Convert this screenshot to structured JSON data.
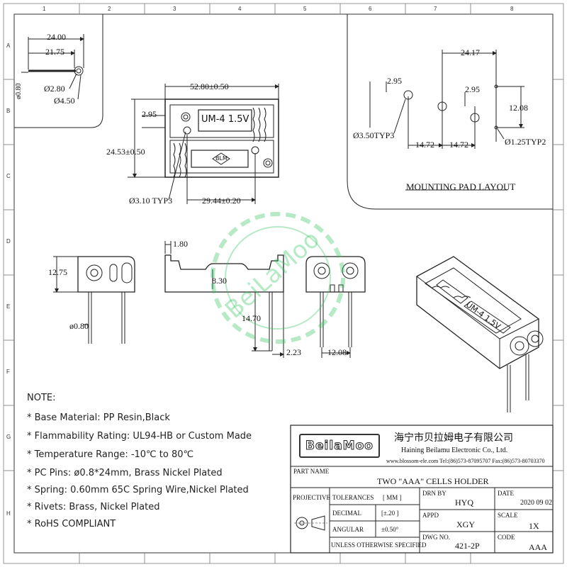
{
  "detail_dims": {
    "length": "24.00",
    "inner": "21.75",
    "ring_inner": "Ø2.80",
    "ring_outer": "Ø4.50",
    "pin": "ø0.80"
  },
  "top_view": {
    "width": "52.80±0.50",
    "offset": "2.95",
    "height": "24.53±0.50",
    "holes": "Ø3.10 TYP3",
    "spacing": "29.44±0.20",
    "label_um": "UM-4 1.5V",
    "label_blm": "BLM"
  },
  "mounting": {
    "title": "MOUNTING PAD LAYOUT",
    "w": "24.17",
    "a": "2.95",
    "b": "2.95",
    "h": "12.08",
    "hole_l": "Ø3.50TYP3",
    "s1": "14.72",
    "s2": "14.72",
    "hole_s": "Ø1.25TYP2"
  },
  "side_views": {
    "h": "12.75",
    "pin": "ø0.80",
    "top": "1.80",
    "depth": "8.30",
    "pin_len": "14.70",
    "pin_off": "2.23",
    "pin_span": "12.08"
  },
  "iso_label": "UM-4 1.5V",
  "notes": {
    "heading": "NOTE:",
    "items": [
      "* Base Material:  PP Resin,Black",
      "* Flammability Rating:  UL94-HB or Custom Made",
      "* Temperature Range:  -10℃ to 80℃",
      "* PC Pins: ø0.8*24mm, Brass Nickel Plated",
      "* Spring:  0.60mm 65C Spring Wire,Nickel Plated",
      "* Rivets:  Brass, Nickel Plated",
      "* RoHS COMPLIANT"
    ]
  },
  "title_block": {
    "logo": "BeilaMoo",
    "company_cn": "海宁市贝拉姆电子有限公司",
    "company_en": "Haining Beilamu Electronic Co., Ltd.",
    "contact": "www.blossom-ele.com   Tel:(86)573-87095707   Fax:(86)573-80703370",
    "part_name_label": "PART NAME",
    "part_name": "TWO \"AAA\" CELLS HOLDER",
    "projective": "PROJECTIVE",
    "tolerances": "TOLERANCES",
    "tol_val": "[ MM ]",
    "decimal": "DECIMAL",
    "dec_val": "[±.20 ]",
    "angular": "ANGULAR",
    "ang_val": "±0.50°",
    "unless": "UNLESS OTHERWISE SPECIFIED",
    "drn_by": "DRN BY",
    "drn_val": "HYQ",
    "date": "DATE",
    "date_val": "2020 09 02",
    "appd": "APPD",
    "appd_val": "XGY",
    "scale": "SCALE",
    "scale_val": "1X",
    "dwg_no": "DWG NO.",
    "dwg_val": "421-2P",
    "code": "CODE",
    "code_val": "AAA"
  },
  "watermark": "BeiLaMoo",
  "ruler": {
    "cols": [
      "1",
      "2",
      "3",
      "4",
      "5",
      "6",
      "7",
      "8"
    ],
    "rows": [
      "A",
      "B",
      "C",
      "D",
      "E",
      "F",
      "G",
      "H"
    ]
  }
}
